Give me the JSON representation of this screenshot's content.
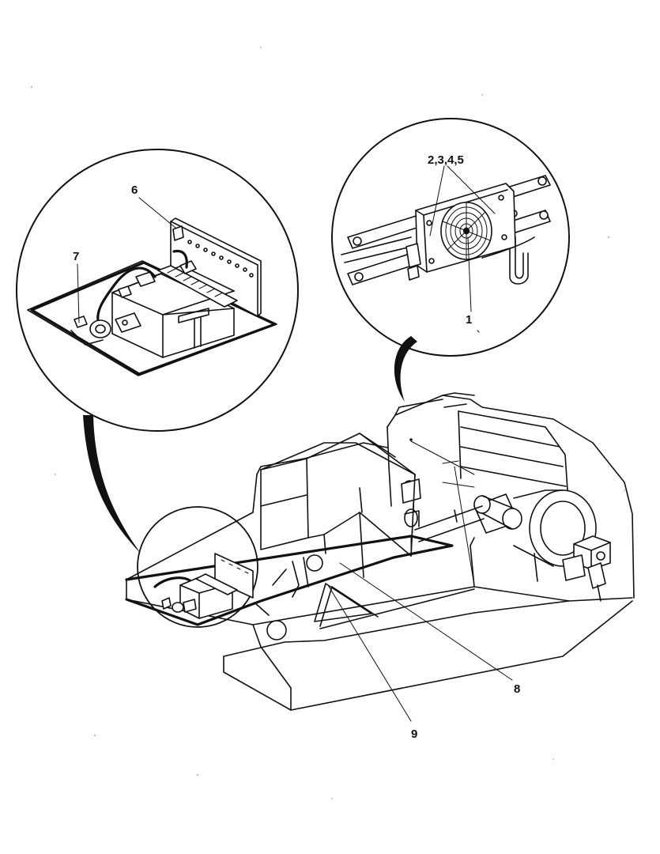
{
  "callouts": {
    "c1": "1",
    "c2345": "2,3,4,5",
    "c6": "6",
    "c7": "7",
    "c8": "8",
    "c9": "9"
  }
}
